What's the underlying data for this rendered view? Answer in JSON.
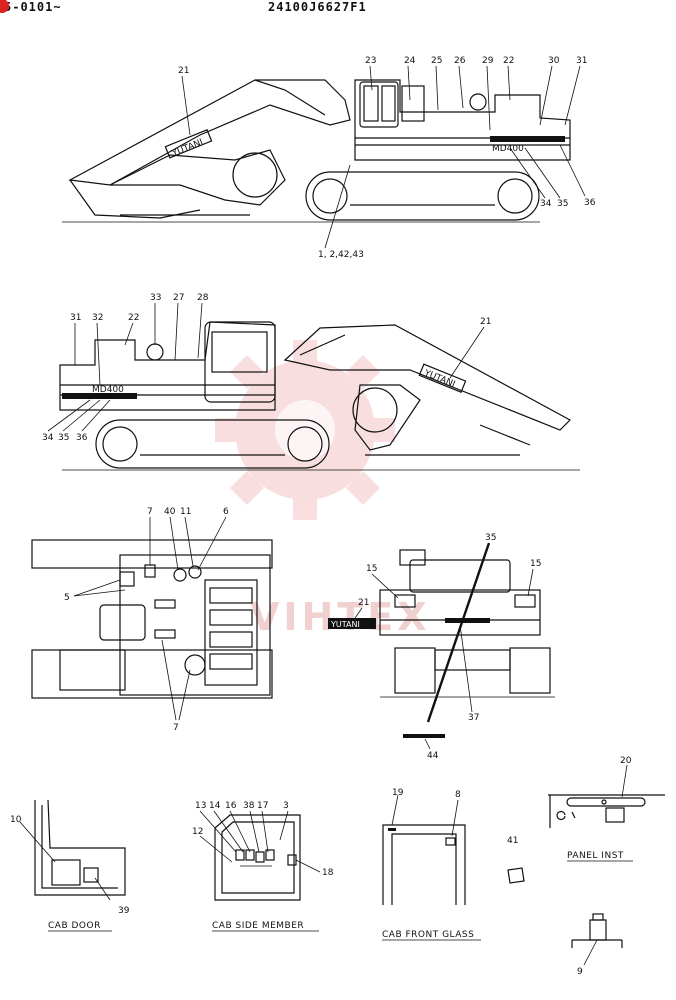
{
  "header": {
    "serial_left": "5-0101~",
    "part_number": "24100J6627F1"
  },
  "watermark": {
    "text": "VIHTEX",
    "color": "#f3b8b8"
  },
  "views": {
    "left_side": {
      "callouts_top": [
        "21",
        "23",
        "24",
        "25",
        "26",
        "29",
        "22",
        "30",
        "31"
      ],
      "callouts_bottom": [
        "34",
        "35",
        "36"
      ],
      "callout_base": "1, 2,42,43",
      "boom_decal": "YUTANI",
      "model_decal": "MD400"
    },
    "right_side": {
      "callouts_top": [
        "31",
        "32",
        "22",
        "33",
        "27",
        "28",
        "21"
      ],
      "callouts_bottom": [
        "34",
        "35",
        "36"
      ],
      "boom_decal": "YUTANI",
      "model_decal": "MD400"
    },
    "top_view": {
      "callouts": [
        "7",
        "40",
        "11",
        "6",
        "5",
        "7"
      ]
    },
    "rear_view": {
      "callouts": [
        "35",
        "15",
        "15",
        "21",
        "37",
        "44"
      ],
      "rear_decal": "YUTANI"
    }
  },
  "details": {
    "cab_door": {
      "caption": "CAB DOOR",
      "callouts": [
        "10",
        "39"
      ]
    },
    "cab_side_member": {
      "caption": "CAB SIDE MEMBER",
      "callouts": [
        "13",
        "14",
        "16",
        "38",
        "17",
        "3",
        "12",
        "18"
      ]
    },
    "cab_front_glass": {
      "caption": "CAB FRONT GLASS",
      "callouts": [
        "19",
        "8"
      ]
    },
    "part_41": {
      "callouts": [
        "41"
      ]
    },
    "panel_inst": {
      "caption": "PANEL INST",
      "callouts": [
        "20"
      ]
    },
    "part_9": {
      "callouts": [
        "9"
      ]
    }
  }
}
